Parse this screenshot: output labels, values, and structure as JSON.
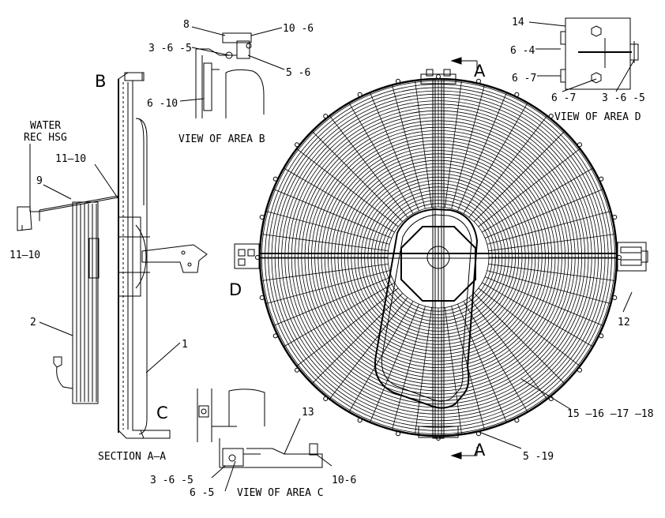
{
  "labels": {
    "water_rec_hsg_line1": "WATER",
    "water_rec_hsg_line2": "REC HSG",
    "letter_b": "B",
    "letter_c": "C",
    "letter_d": "D",
    "letter_a_top": "A",
    "letter_a_bottom": "A",
    "section_aa": "SECTION A–A",
    "view_area_b": "VIEW OF AREA B",
    "view_area_c": "VIEW OF AREA C",
    "view_area_d": "VIEW OF AREA D"
  },
  "callouts": {
    "c_8": "8",
    "c_10_6_b": "10 -6",
    "c_3_6_5_b": "3 -6 -5",
    "c_5_6": "5 -6",
    "c_6_10": "6 -10",
    "c_14": "14",
    "c_6_4": "6 -4",
    "c_6_7_left": "6 -7",
    "c_6_7_bottom": "6 -7",
    "c_3_6_5_d": "3 -6 -5",
    "c_11_10_top": "11–10",
    "c_9": "9",
    "c_11_10_left": "11–10",
    "c_2": "2",
    "c_1": "1",
    "c_12": "12",
    "c_15_16_17_18": "15 –16 –17 –18",
    "c_5_19": "5 -19",
    "c_13": "13",
    "c_3_6_5_c": "3 -6 -5",
    "c_6_5": "6 -5",
    "c_10_6_c": "10-6"
  }
}
